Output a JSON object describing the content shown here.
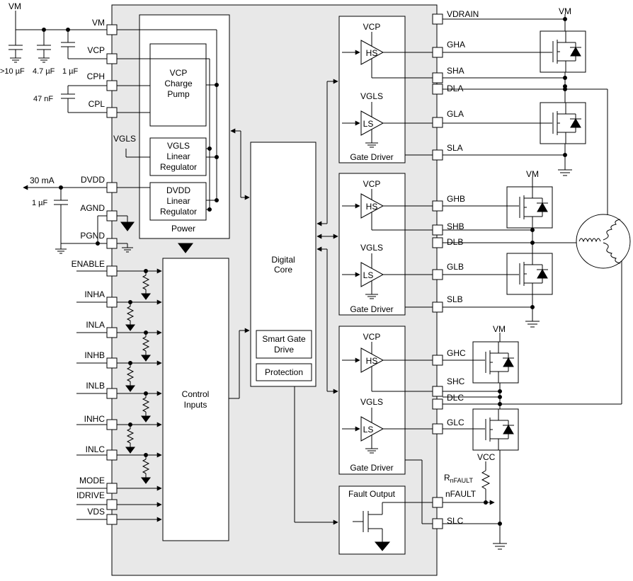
{
  "top_supply": {
    "label": "VM"
  },
  "caps": {
    "c1": ">10 µF",
    "c2": "4.7 µF",
    "c3": "1 µF",
    "c_pump": "47 nF",
    "c_dvdd": "1 µF"
  },
  "dvdd_load": "30 mA",
  "pins_left": {
    "vm": "VM",
    "vcp": "VCP",
    "cph": "CPH",
    "cpl": "CPL",
    "dvdd": "DVDD",
    "agnd": "AGND",
    "pgnd": "PGND",
    "enable": "ENABLE",
    "inha": "INHA",
    "inla": "INLA",
    "inhb": "INHB",
    "inlb": "INLB",
    "inhc": "INHC",
    "inlc": "INLC",
    "mode": "MODE",
    "idrive": "IDRIVE",
    "vds": "VDS"
  },
  "vgls_label": "VGLS",
  "blocks": {
    "charge_pump": [
      "VCP",
      "Charge",
      "Pump"
    ],
    "vgls_reg": [
      "VGLS",
      "Linear",
      "Regulator"
    ],
    "dvdd_reg": [
      "DVDD",
      "Linear",
      "Regulator"
    ],
    "power": "Power",
    "control": [
      "Control",
      "Inputs"
    ],
    "digital": [
      "Digital",
      "Core"
    ],
    "smart_gate": [
      "Smart Gate",
      "Drive"
    ],
    "protection": "Protection",
    "fault": "Fault Output"
  },
  "gate_driver": {
    "vcp": "VCP",
    "vgls": "VGLS",
    "hs": "HS",
    "ls": "LS",
    "title": "Gate Driver"
  },
  "pins_right": {
    "vdrain": "VDRAIN",
    "gha": "GHA",
    "sha": "SHA",
    "dla": "DLA",
    "gla": "GLA",
    "sla": "SLA",
    "ghb": "GHB",
    "shb": "SHB",
    "dlb": "DLB",
    "glb": "GLB",
    "slb": "SLB",
    "ghc": "GHC",
    "shc": "SHC",
    "dlc": "DLC",
    "glc": "GLC",
    "nfault": "nFAULT",
    "slc": "SLC"
  },
  "vm_labels": [
    "VM",
    "VM",
    "VM"
  ],
  "vcc": "VCC",
  "r_fault": {
    "main": "R",
    "sub": "nFAULT"
  }
}
